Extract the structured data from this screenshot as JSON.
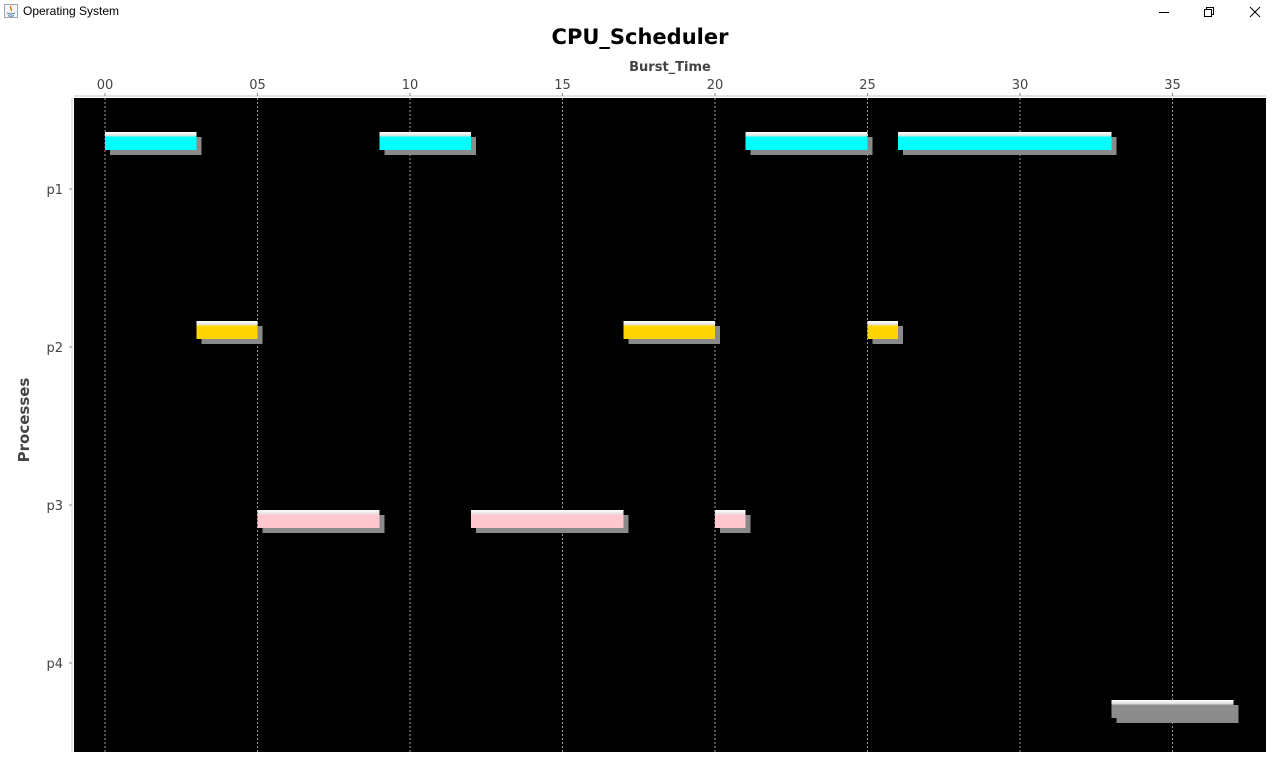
{
  "window": {
    "title": "Operating System",
    "controls": {
      "minimize": "minimize-icon",
      "maximize": "restore-icon",
      "close": "close-icon"
    }
  },
  "colors": {
    "plot_background": "#000000",
    "grid": "#9a9a9a",
    "p1": "#00ffff",
    "p2": "#ffd400",
    "p3": "#ffc8cf",
    "p4": "#8c8c8c",
    "shadow": "#8a8a8a"
  },
  "chart_data": {
    "type": "gantt",
    "title": "CPU_Scheduler",
    "xlabel": "Burst_Time",
    "ylabel": "Processes",
    "x_axis_position": "top",
    "xlim": [
      -1,
      38
    ],
    "x_ticks": [
      0,
      5,
      10,
      15,
      20,
      25,
      30,
      35
    ],
    "x_tick_labels": [
      "00",
      "05",
      "10",
      "15",
      "20",
      "25",
      "30",
      "35"
    ],
    "grid": "vertical dashed",
    "categories": [
      "p1",
      "p2",
      "p3",
      "p4"
    ],
    "series": [
      {
        "category": "p1",
        "color": "#00ffff",
        "intervals": [
          [
            0,
            3
          ],
          [
            9,
            12
          ],
          [
            21,
            25
          ],
          [
            26,
            33
          ]
        ]
      },
      {
        "category": "p2",
        "color": "#ffd400",
        "intervals": [
          [
            3,
            5
          ],
          [
            17,
            20
          ],
          [
            25,
            26
          ]
        ]
      },
      {
        "category": "p3",
        "color": "#ffc8cf",
        "intervals": [
          [
            5,
            9
          ],
          [
            12,
            17
          ],
          [
            20,
            21
          ]
        ]
      },
      {
        "category": "p4",
        "color": "#8c8c8c",
        "intervals": [
          [
            33,
            37
          ]
        ]
      }
    ]
  }
}
